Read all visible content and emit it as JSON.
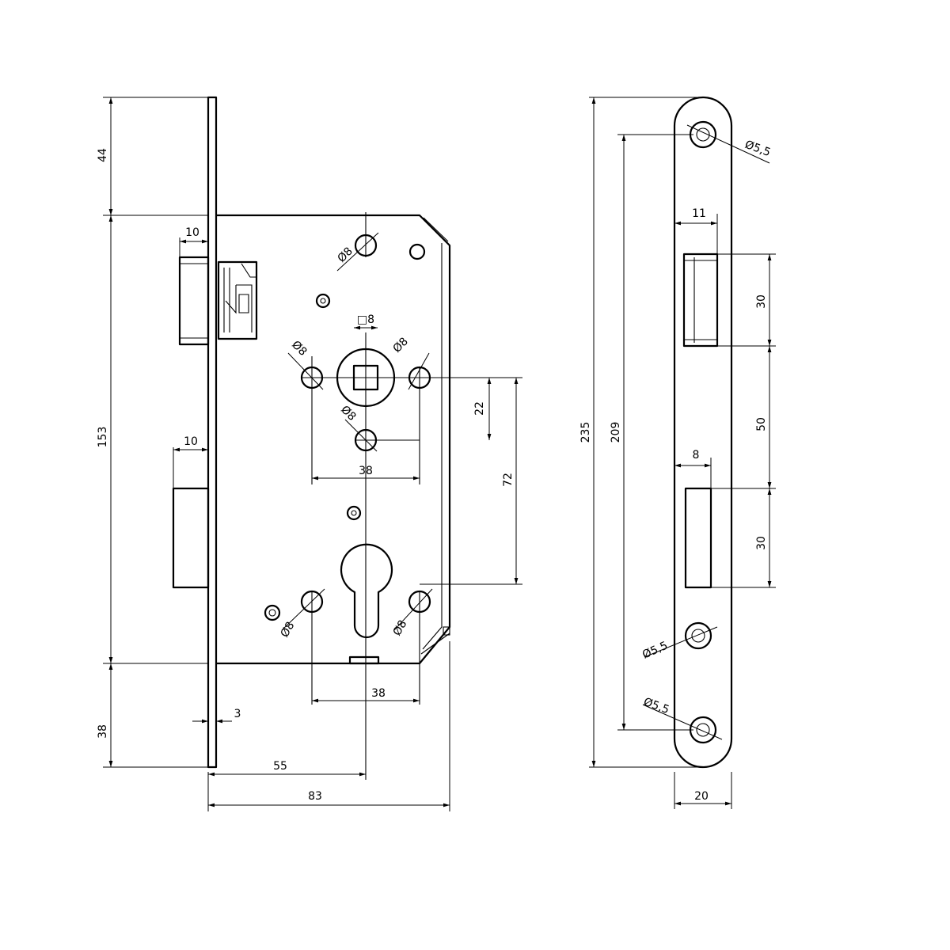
{
  "lock_body": {
    "dimensions": {
      "top_offset": "44",
      "body_height": "153",
      "bottom_offset": "38",
      "latch_projection": "10",
      "bolt_projection": "10",
      "square_spindle": "□8",
      "hole_diameter": "Ø8",
      "spindle_to_lower_hole": "22",
      "handle_hole_spacing": "38",
      "handle_to_cylinder": "72",
      "cylinder_hole_spacing": "38",
      "faceplate_thickness": "3",
      "backset": "55",
      "body_width": "83"
    }
  },
  "strike_plate": {
    "dimensions": {
      "total_height": "235",
      "hole_spacing": "209",
      "hole_diameter": "Ø5,5",
      "latch_cutout_depth": "11",
      "latch_cutout_height": "30",
      "cutout_gap": "50",
      "bolt_cutout_depth": "8",
      "bolt_cutout_height": "30",
      "plate_width": "20"
    }
  }
}
